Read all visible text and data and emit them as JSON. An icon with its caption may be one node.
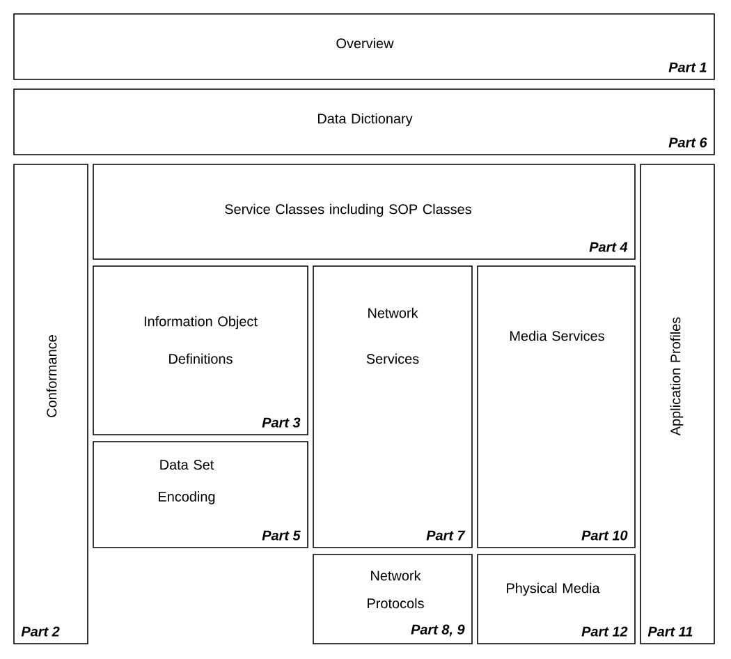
{
  "diagram": {
    "nodes": [
      {
        "text": [
          "Overview",
          "Part 1"
        ]
      },
      {
        "text": [
          "Data Dictionary",
          "Part 6"
        ]
      },
      {
        "text": [
          "Conformance",
          "Part 2"
        ]
      },
      {
        "text": [
          "Service Classes including SOP Classes",
          "Part 4"
        ]
      },
      {
        "text": [
          "Information Object Definitions",
          "Part 3"
        ]
      },
      {
        "text": [
          "Network Services",
          "Part 7"
        ]
      },
      {
        "text": [
          "Media Services",
          "Part 10"
        ]
      },
      {
        "text": [
          "Data Set Encoding",
          "Part 5"
        ]
      },
      {
        "text": [
          "Network Protocols",
          "Part 8, 9"
        ]
      },
      {
        "text": [
          "Physical Media",
          "Part 12"
        ]
      },
      {
        "text": [
          "Application Profiles",
          "Part 11"
        ]
      }
    ]
  }
}
